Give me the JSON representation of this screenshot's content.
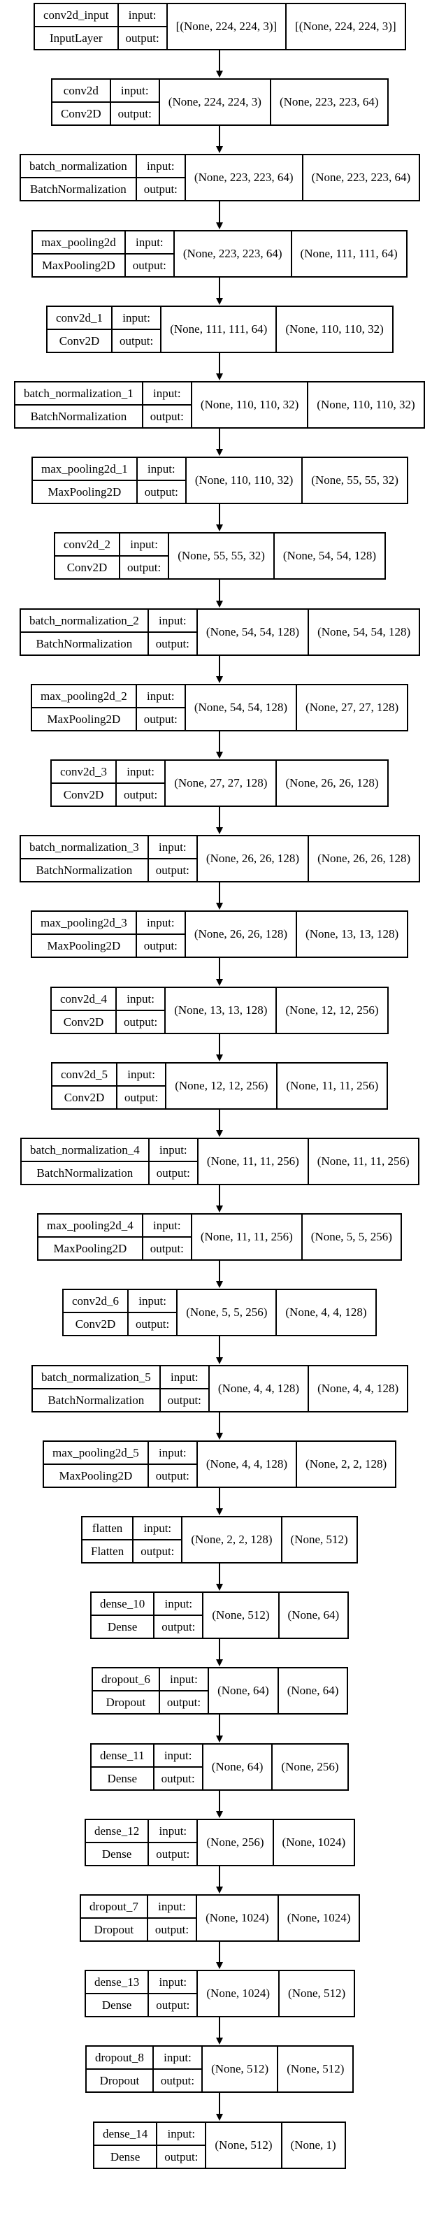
{
  "model_diagram": {
    "io_labels": {
      "input": "input:",
      "output": "output:"
    },
    "layers": [
      {
        "name": "conv2d_input",
        "type": "InputLayer",
        "input_shape": "[(None, 224, 224, 3)]",
        "output_shape": "[(None, 224, 224, 3)]"
      },
      {
        "name": "conv2d",
        "type": "Conv2D",
        "input_shape": "(None, 224, 224, 3)",
        "output_shape": "(None, 223, 223, 64)"
      },
      {
        "name": "batch_normalization",
        "type": "BatchNormalization",
        "input_shape": "(None, 223, 223, 64)",
        "output_shape": "(None, 223, 223, 64)"
      },
      {
        "name": "max_pooling2d",
        "type": "MaxPooling2D",
        "input_shape": "(None, 223, 223, 64)",
        "output_shape": "(None, 111, 111, 64)"
      },
      {
        "name": "conv2d_1",
        "type": "Conv2D",
        "input_shape": "(None, 111, 111, 64)",
        "output_shape": "(None, 110, 110, 32)"
      },
      {
        "name": "batch_normalization_1",
        "type": "BatchNormalization",
        "input_shape": "(None, 110, 110, 32)",
        "output_shape": "(None, 110, 110, 32)"
      },
      {
        "name": "max_pooling2d_1",
        "type": "MaxPooling2D",
        "input_shape": "(None, 110, 110, 32)",
        "output_shape": "(None, 55, 55, 32)"
      },
      {
        "name": "conv2d_2",
        "type": "Conv2D",
        "input_shape": "(None, 55, 55, 32)",
        "output_shape": "(None, 54, 54, 128)"
      },
      {
        "name": "batch_normalization_2",
        "type": "BatchNormalization",
        "input_shape": "(None, 54, 54, 128)",
        "output_shape": "(None, 54, 54, 128)"
      },
      {
        "name": "max_pooling2d_2",
        "type": "MaxPooling2D",
        "input_shape": "(None, 54, 54, 128)",
        "output_shape": "(None, 27, 27, 128)"
      },
      {
        "name": "conv2d_3",
        "type": "Conv2D",
        "input_shape": "(None, 27, 27, 128)",
        "output_shape": "(None, 26, 26, 128)"
      },
      {
        "name": "batch_normalization_3",
        "type": "BatchNormalization",
        "input_shape": "(None, 26, 26, 128)",
        "output_shape": "(None, 26, 26, 128)"
      },
      {
        "name": "max_pooling2d_3",
        "type": "MaxPooling2D",
        "input_shape": "(None, 26, 26, 128)",
        "output_shape": "(None, 13, 13, 128)"
      },
      {
        "name": "conv2d_4",
        "type": "Conv2D",
        "input_shape": "(None, 13, 13, 128)",
        "output_shape": "(None, 12, 12, 256)"
      },
      {
        "name": "conv2d_5",
        "type": "Conv2D",
        "input_shape": "(None, 12, 12, 256)",
        "output_shape": "(None, 11, 11, 256)"
      },
      {
        "name": "batch_normalization_4",
        "type": "BatchNormalization",
        "input_shape": "(None, 11, 11, 256)",
        "output_shape": "(None, 11, 11, 256)"
      },
      {
        "name": "max_pooling2d_4",
        "type": "MaxPooling2D",
        "input_shape": "(None, 11, 11, 256)",
        "output_shape": "(None, 5, 5, 256)"
      },
      {
        "name": "conv2d_6",
        "type": "Conv2D",
        "input_shape": "(None, 5, 5, 256)",
        "output_shape": "(None, 4, 4, 128)"
      },
      {
        "name": "batch_normalization_5",
        "type": "BatchNormalization",
        "input_shape": "(None, 4, 4, 128)",
        "output_shape": "(None, 4, 4, 128)"
      },
      {
        "name": "max_pooling2d_5",
        "type": "MaxPooling2D",
        "input_shape": "(None, 4, 4, 128)",
        "output_shape": "(None, 2, 2, 128)"
      },
      {
        "name": "flatten",
        "type": "Flatten",
        "input_shape": "(None, 2, 2, 128)",
        "output_shape": "(None, 512)"
      },
      {
        "name": "dense_10",
        "type": "Dense",
        "input_shape": "(None, 512)",
        "output_shape": "(None, 64)"
      },
      {
        "name": "dropout_6",
        "type": "Dropout",
        "input_shape": "(None, 64)",
        "output_shape": "(None, 64)"
      },
      {
        "name": "dense_11",
        "type": "Dense",
        "input_shape": "(None, 64)",
        "output_shape": "(None, 256)"
      },
      {
        "name": "dense_12",
        "type": "Dense",
        "input_shape": "(None, 256)",
        "output_shape": "(None, 1024)"
      },
      {
        "name": "dropout_7",
        "type": "Dropout",
        "input_shape": "(None, 1024)",
        "output_shape": "(None, 1024)"
      },
      {
        "name": "dense_13",
        "type": "Dense",
        "input_shape": "(None, 1024)",
        "output_shape": "(None, 512)"
      },
      {
        "name": "dropout_8",
        "type": "Dropout",
        "input_shape": "(None, 512)",
        "output_shape": "(None, 512)"
      },
      {
        "name": "dense_14",
        "type": "Dense",
        "input_shape": "(None, 512)",
        "output_shape": "(None, 1)"
      }
    ]
  }
}
